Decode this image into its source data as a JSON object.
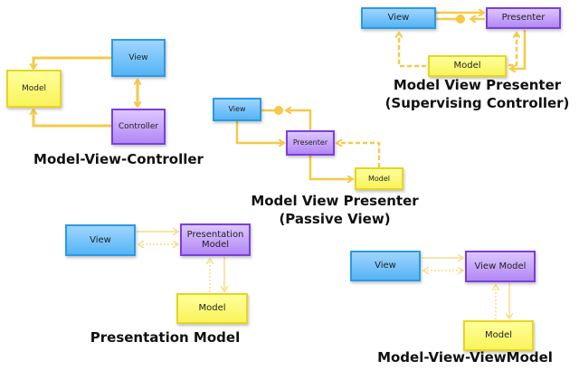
{
  "diagrams": {
    "mvc": {
      "title": "Model-View-Controller",
      "model": "Model",
      "view": "View",
      "controller": "Controller"
    },
    "mvp_supervising": {
      "title_line1": "Model View Presenter",
      "title_line2": "(Supervising Controller)",
      "view": "View",
      "presenter": "Presenter",
      "model": "Model"
    },
    "mvp_passive": {
      "title_line1": "Model View Presenter",
      "title_line2": "(Passive View)",
      "view": "View",
      "presenter": "Presenter",
      "model": "Model"
    },
    "presentation_model": {
      "title": "Presentation Model",
      "view": "View",
      "presentation_model_line1": "Presentation",
      "presentation_model_line2": "Model",
      "model": "Model"
    },
    "mvvm": {
      "title": "Model-View-ViewModel",
      "view": "View",
      "view_model": "View Model",
      "model": "Model"
    }
  },
  "colors": {
    "view": "#55b4f5",
    "presenter_controller": "#b287f5",
    "model": "#f9f45a",
    "arrow": "#f7c948",
    "arrow_light": "#f9dc8a"
  }
}
